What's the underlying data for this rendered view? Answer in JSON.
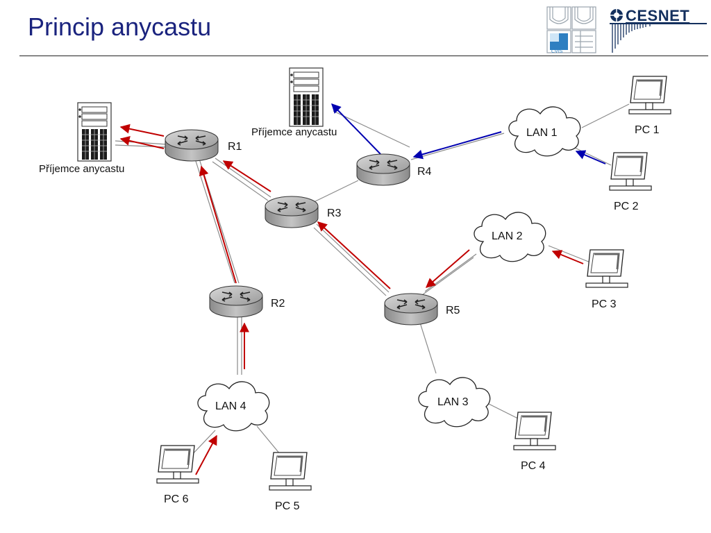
{
  "page": {
    "title": "Princip anycastu"
  },
  "logos": {
    "cvis": "CVIS",
    "cesnet": "CESNET"
  },
  "diagram": {
    "routers": [
      "R1",
      "R2",
      "R3",
      "R4",
      "R5"
    ],
    "lans": [
      "LAN 1",
      "LAN 2",
      "LAN 3",
      "LAN 4"
    ],
    "pcs": [
      "PC 1",
      "PC 2",
      "PC 3",
      "PC 4",
      "PC 5",
      "PC 6"
    ],
    "servers": [
      "Příjemce anycastu",
      "Příjemce anycastu"
    ],
    "colors": {
      "red_route": "#c00000",
      "blue_route": "#0000b0",
      "link": "#888888"
    }
  }
}
